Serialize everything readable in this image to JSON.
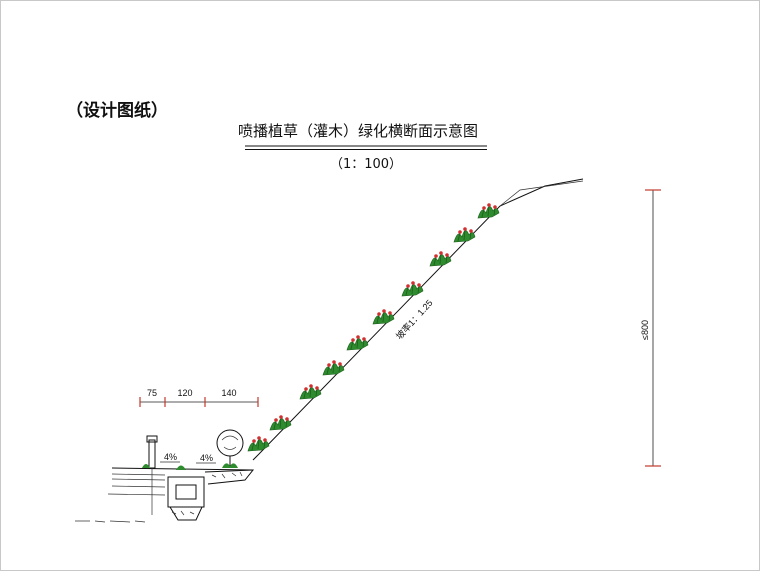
{
  "header": {
    "label": "（设计图纸）"
  },
  "figure": {
    "title": "喷播植草（灌木）绿化横断面示意图",
    "scale": "（1：100）",
    "slope_label": "坡率1：1.25",
    "height_label": "≤800",
    "dimensions": [
      "75",
      "120",
      "140"
    ],
    "gradients": [
      "4%",
      "4%"
    ]
  },
  "colors": {
    "vegetation": "#2e8b2e",
    "flower": "#d03030",
    "dimension_tick": "#c0392b",
    "line": "#111111"
  }
}
